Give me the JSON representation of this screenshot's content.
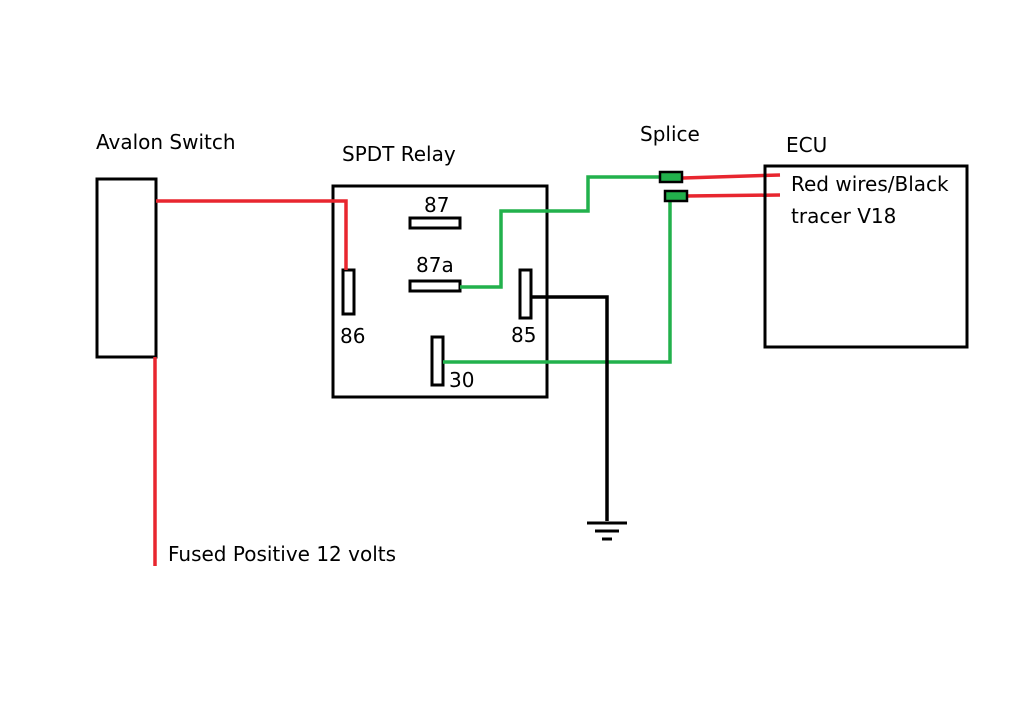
{
  "colors": {
    "red_wire": "#e8262f",
    "green_wire": "#22b14c",
    "black_wire": "#000000",
    "splice_fill": "#22b14c",
    "fused_label": "#e8262f"
  },
  "labels": {
    "avalon_switch": "Avalon Switch",
    "relay_title": "SPDT Relay",
    "pin_87": "87",
    "pin_87a": "87a",
    "pin_86": "86",
    "pin_85": "85",
    "pin_30": "30",
    "splice": "Splice",
    "ecu": "ECU",
    "ecu_wires_line1": "Red wires/Black",
    "ecu_wires_line2": "tracer V18",
    "fused_positive": "Fused Positive 12 volts"
  },
  "icons": {
    "ground": "ground-symbol-icon"
  }
}
